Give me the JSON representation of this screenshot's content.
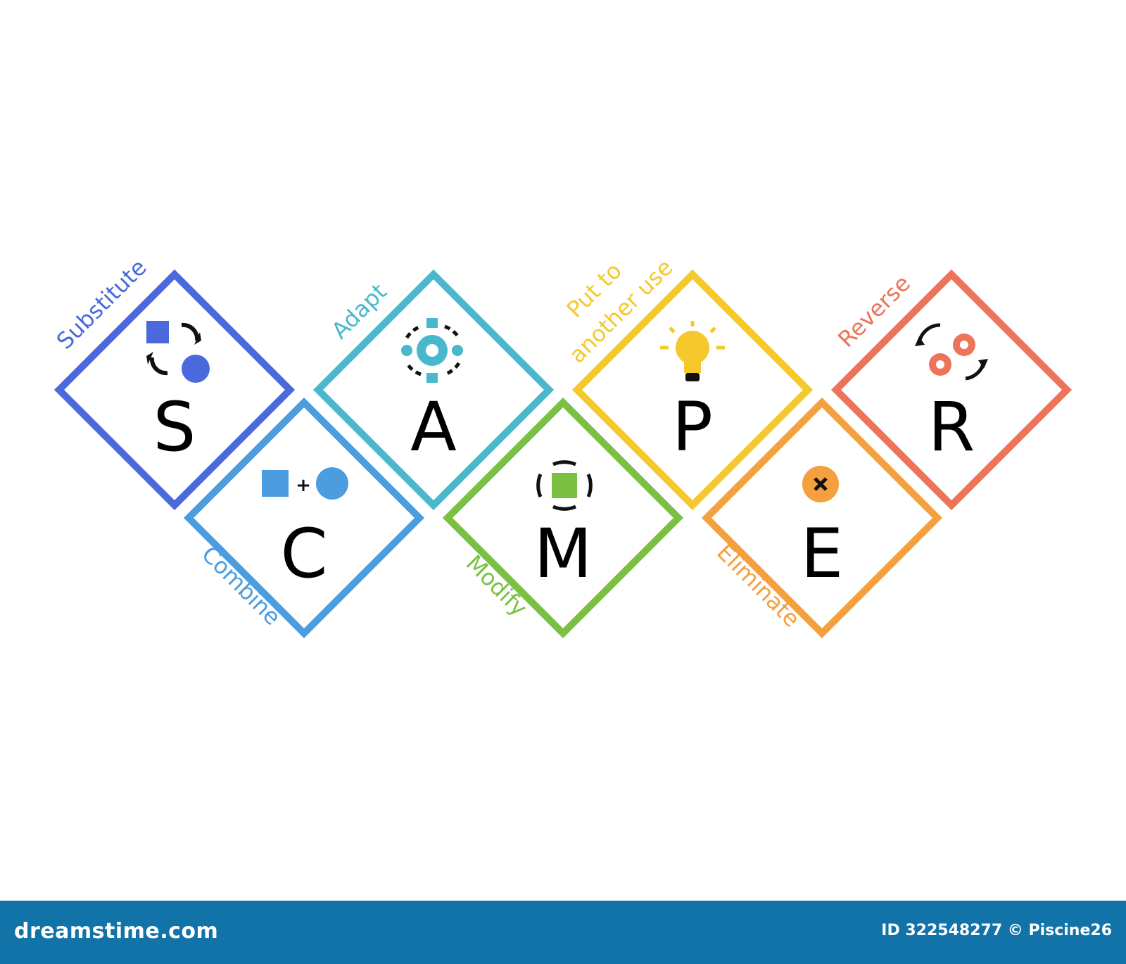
{
  "steps": [
    {
      "letter": "S",
      "label": "Substitute",
      "color": "#4a69dd",
      "icon": "substitute-icon"
    },
    {
      "letter": "C",
      "label": "Combine",
      "color": "#4b9de0",
      "icon": "combine-icon"
    },
    {
      "letter": "A",
      "label": "Adapt",
      "color": "#4ab8cc",
      "icon": "adapt-gear-icon"
    },
    {
      "letter": "M",
      "label": "Modify",
      "color": "#7bc043",
      "icon": "modify-icon"
    },
    {
      "letter": "P",
      "label_line1": "Put to",
      "label_line2": "another use",
      "color": "#f5c92d",
      "icon": "lightbulb-icon"
    },
    {
      "letter": "E",
      "label": "Eliminate",
      "color": "#f4a03f",
      "icon": "eliminate-x-icon"
    },
    {
      "letter": "R",
      "label": "Reverse",
      "color": "#ec745a",
      "icon": "reverse-gears-icon"
    }
  ],
  "footer": {
    "logo": "dreamstime.com",
    "credit": "ID 322548277 © Piscine26"
  }
}
